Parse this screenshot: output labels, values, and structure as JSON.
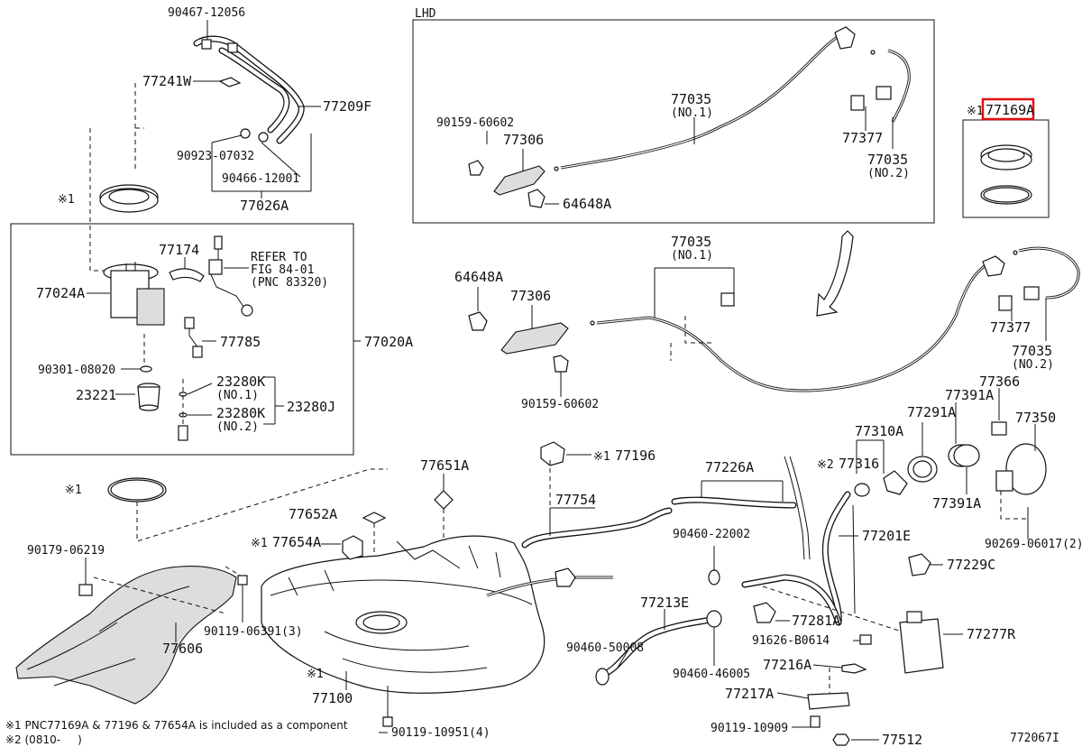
{
  "title_lhd": "LHD",
  "diagram_id": "772067I",
  "highlighted_part": "77169A",
  "parts": {
    "p9046712056": "90467-12056",
    "p77241W": "77241W",
    "p77209F": "77209F",
    "p9092307032": "90923-07032",
    "p9046612001": "90466-12001",
    "p77026A": "77026A",
    "mark1_ring": "※1",
    "p77174": "77174",
    "refer1": "REFER TO",
    "refer2": "FIG 84-01",
    "refer3": "(PNC 83320)",
    "p77024A": "77024A",
    "p77785": "77785",
    "p77020A": "77020A",
    "p9030108020": "90301-08020",
    "p23221": "23221",
    "p23280K1": "23280K",
    "no1_a": "(NO.1)",
    "p23280K2": "23280K",
    "no2_a": "(NO.2)",
    "p23280J": "23280J",
    "p9015960602_top": "90159-60602",
    "p77306_top": "77306",
    "p77035_top": "77035",
    "no1_top": "(NO.1)",
    "p77377_top": "77377",
    "p77035_top2": "77035",
    "no2_top": "(NO.2)",
    "p64648A_top": "64648A",
    "mark1_77169A": "※1",
    "p77169A": "77169A",
    "p77035_mid": "77035",
    "no1_mid": "(NO.1)",
    "p64648A_mid": "64648A",
    "p77306_mid": "77306",
    "p9015960602_mid": "90159-60602",
    "p77377_mid": "77377",
    "p77035_mid2": "77035",
    "no2_mid": "(NO.2)",
    "p77366": "77366",
    "p77391A_top": "77391A",
    "p77291A": "77291A",
    "p77310A": "77310A",
    "p77350": "77350",
    "mark2_77316": "※2",
    "p77316": "77316",
    "p77391A_bot": "77391A",
    "p9026906017": "90269-06017(2)",
    "mark1_o": "※1",
    "p77651A": "77651A",
    "mark1_77196": "※1",
    "p77196": "77196",
    "p77226A": "77226A",
    "p77754": "77754",
    "p77652A": "77652A",
    "mark1_77654A": "※1",
    "p77654A": "77654A",
    "p9046022002": "90460-22002",
    "p77201E": "77201E",
    "p9017906219": "90179-06219",
    "p77229C": "77229C",
    "p77606": "77606",
    "p9011906391": "90119-06391(3)",
    "p77213E": "77213E",
    "p77281A": "77281A",
    "p77277R": "77277R",
    "p9046050008": "90460-50008",
    "p91626B0614": "91626-B0614",
    "p77216A": "77216A",
    "p9046046005": "90460-46005",
    "mark1_tank": "※1",
    "p77100": "77100",
    "p77217A": "77217A",
    "p9011910951": "90119-10951(4)",
    "p9011910909": "90119-10909",
    "p77512": "77512"
  },
  "notes": {
    "note1": "※1 PNC77169A & 77196 & 77654A is included as a component",
    "note2": "※2 (0810-     )"
  }
}
